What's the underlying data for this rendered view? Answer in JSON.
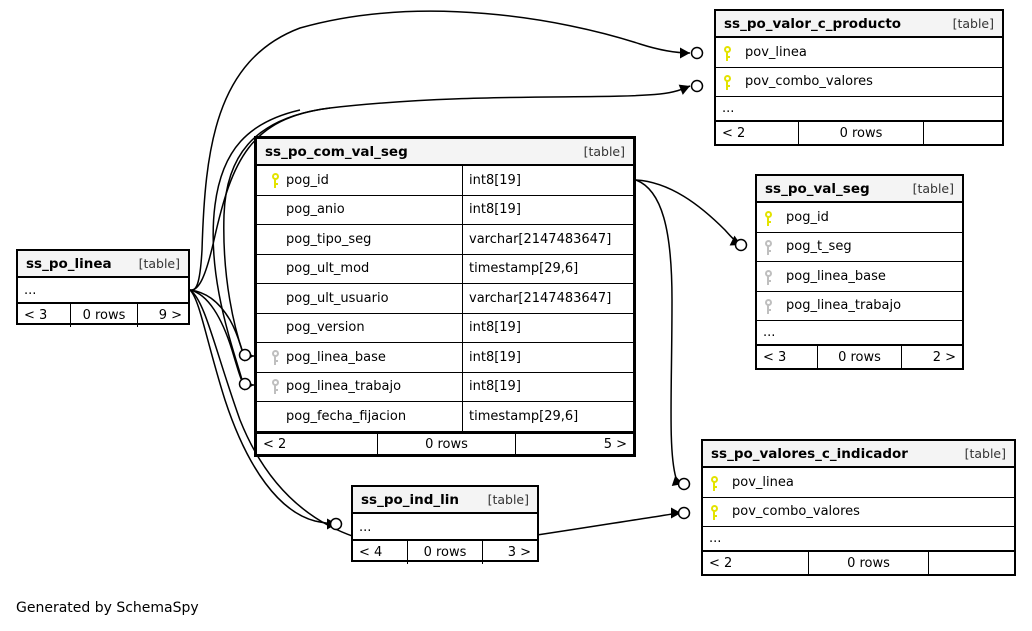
{
  "diagram": {
    "credit": "Generated by SchemaSpy",
    "kind_label": "[table]",
    "ellipsis": "...",
    "rows_label": "0 rows"
  },
  "tables": {
    "com_val_seg": {
      "name": "ss_po_com_val_seg",
      "kind": "[table]",
      "columns": [
        {
          "key": "pk",
          "name": "pog_id",
          "type": "int8[19]"
        },
        {
          "key": "none",
          "name": "pog_anio",
          "type": "int8[19]"
        },
        {
          "key": "none",
          "name": "pog_tipo_seg",
          "type": "varchar[2147483647]"
        },
        {
          "key": "none",
          "name": "pog_ult_mod",
          "type": "timestamp[29,6]"
        },
        {
          "key": "none",
          "name": "pog_ult_usuario",
          "type": "varchar[2147483647]"
        },
        {
          "key": "none",
          "name": "pog_version",
          "type": "int8[19]"
        },
        {
          "key": "fk",
          "name": "pog_linea_base",
          "type": "int8[19]"
        },
        {
          "key": "fk",
          "name": "pog_linea_trabajo",
          "type": "int8[19]"
        },
        {
          "key": "none",
          "name": "pog_fecha_fijacion",
          "type": "timestamp[29,6]"
        }
      ],
      "footer": {
        "left": "< 2",
        "mid": "0 rows",
        "right": "5 >"
      }
    },
    "valor_c_producto": {
      "name": "ss_po_valor_c_producto",
      "kind": "[table]",
      "columns": [
        {
          "key": "pk",
          "name": "pov_linea"
        },
        {
          "key": "pk",
          "name": "pov_combo_valores"
        }
      ],
      "ellipsis": "...",
      "footer": {
        "left": "< 2",
        "mid": "0 rows",
        "right": ""
      }
    },
    "val_seg": {
      "name": "ss_po_val_seg",
      "kind": "[table]",
      "columns": [
        {
          "key": "pk",
          "name": "pog_id"
        },
        {
          "key": "fk",
          "name": "pog_t_seg"
        },
        {
          "key": "fk",
          "name": "pog_linea_base"
        },
        {
          "key": "fk",
          "name": "pog_linea_trabajo"
        }
      ],
      "ellipsis": "...",
      "footer": {
        "left": "< 3",
        "mid": "0 rows",
        "right": "2 >"
      }
    },
    "linea": {
      "name": "ss_po_linea",
      "kind": "[table]",
      "ellipsis": "...",
      "footer": {
        "left": "< 3",
        "mid": "0 rows",
        "right": "9 >"
      }
    },
    "ind_lin": {
      "name": "ss_po_ind_lin",
      "kind": "[table]",
      "ellipsis": "...",
      "footer": {
        "left": "< 4",
        "mid": "0 rows",
        "right": "3 >"
      }
    },
    "valores_c_indicador": {
      "name": "ss_po_valores_c_indicador",
      "kind": "[table]",
      "columns": [
        {
          "key": "pk",
          "name": "pov_linea"
        },
        {
          "key": "pk",
          "name": "pov_combo_valores"
        }
      ],
      "ellipsis": "...",
      "footer": {
        "left": "< 2",
        "mid": "0 rows",
        "right": ""
      }
    }
  },
  "colors": {
    "primary_key": "#e3e300",
    "foreign_key": "#bfbfbf",
    "header_bg": "#f4f4f4",
    "line": "#000000",
    "background": "#ffffff"
  }
}
